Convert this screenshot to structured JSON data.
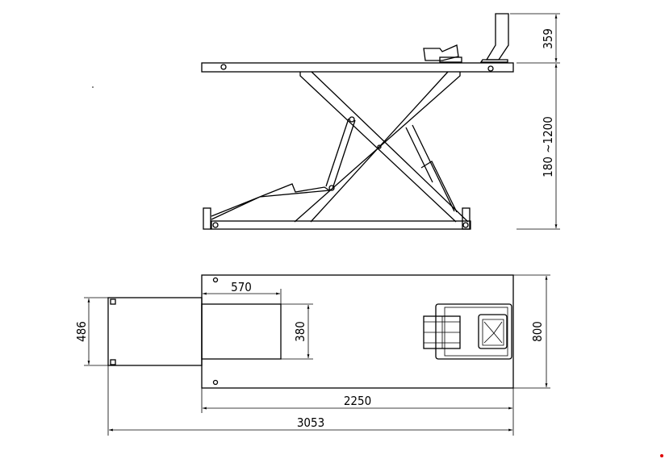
{
  "side_view": {
    "dim_tire_stop_height": "359",
    "dim_lift_height": "180 ~1200"
  },
  "top_view": {
    "dim_ramp_length": "570",
    "dim_ramp_width": "380",
    "dim_extension_width": "486",
    "dim_platform_width": "800",
    "dim_platform_length": "2250",
    "dim_overall_length": "3053"
  },
  "colors": {
    "line": "#000000",
    "marker": "#e00000"
  }
}
